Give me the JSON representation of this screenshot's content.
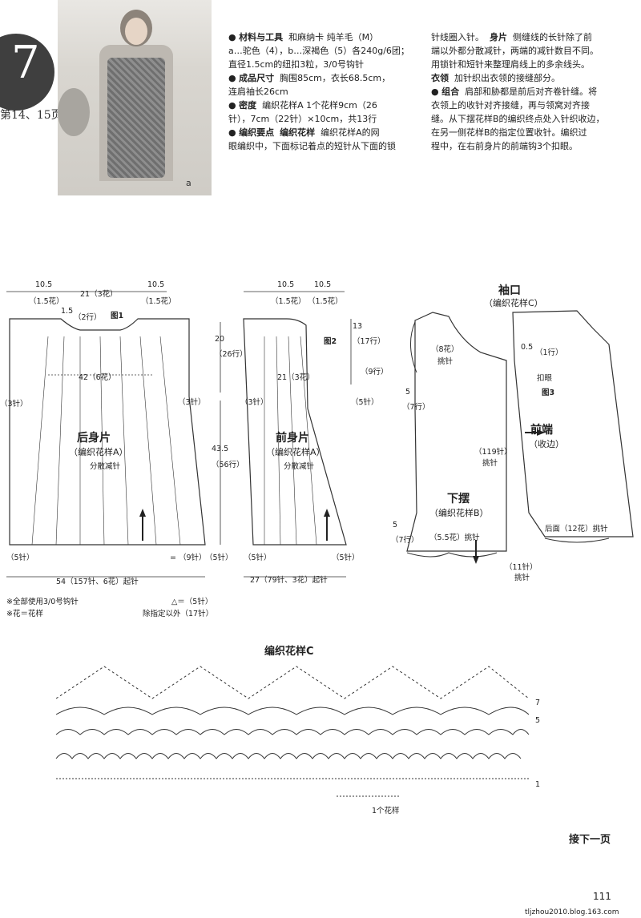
{
  "chapter": {
    "number": "7",
    "handwritten": "第14、15页"
  },
  "photo": {
    "label": "a"
  },
  "materials": {
    "heading": "材料与工具",
    "lines": [
      "和麻纳卡  纯羊毛（M）",
      "a…驼色（4），b…深褐色（5）各240g/6团；",
      "直径1.5cm的纽扣3粒，3/0号钩针"
    ]
  },
  "size": {
    "heading": "成品尺寸",
    "lines": [
      "胸围85cm，衣长68.5cm，",
      "连肩袖长26cm"
    ]
  },
  "gauge": {
    "heading": "密度",
    "lines": [
      "编织花样A  1个花样9cm（26",
      "针），7cm（22针）×10cm，共13行"
    ]
  },
  "points": {
    "heading": "编织要点",
    "subheading": "编织花样",
    "lines": [
      "编织花样A的网",
      "眼编织中，下面标记着点的短针从下面的锁"
    ]
  },
  "col2": {
    "lines": [
      "针线圈入针。",
      "端以外都分散减针，两端的减针数目不同。",
      "用锁针和短针来整理肩线上的多余线头。"
    ],
    "body_heading": "身片",
    "body_text": "侧缝线的长针除了前",
    "collar_heading": "衣领",
    "collar_text": "加针织出衣领的接缝部分。",
    "assembly_heading": "组合",
    "assembly_lines": [
      "肩部和胁都是前后对齐卷针缝。将",
      "衣领上的收针对齐接缝，再与领窝对齐接",
      "缝。从下摆花样B的编织终点处入针织收边，",
      "在另一侧花样B的指定位置收针。编织过",
      "程中，在右前身片的前端钩3个扣眼。"
    ]
  },
  "fig1": {
    "title": "图1",
    "label_main": "后身片",
    "label_pattern": "（编织花样A）",
    "label_dec": "分散减针",
    "top_left": "10.5",
    "top_left_sub": "（1.5花）",
    "top_mid": "21（3花）",
    "top_right": "10.5",
    "top_right_sub": "（1.5花）",
    "neck_depth": "1.5",
    "neck_rows": "（2行）",
    "width_mid": "42（6花）",
    "side_left": "（3针）",
    "side_right": "（3针）",
    "armhole": "20",
    "armhole_rows": "（26行）",
    "length": "43.5",
    "length_rows": "（56行）",
    "bottom_left": "（5针）",
    "bottom_eq": "= （9针）",
    "bottom_right": "（5针）",
    "start": "54（157针、6花）起针"
  },
  "fig2": {
    "title": "图2",
    "label_main": "前身片",
    "label_pattern": "（编织花样A）",
    "label_dec": "分散减针",
    "top_left": "10.5",
    "top_left_sub": "（1.5花）",
    "top_right": "10.5",
    "top_right_sub": "（1.5花）",
    "neck": "13",
    "neck_rows": "（17行）",
    "neck2": "（9行）",
    "width_mid": "21（3花）",
    "side_left": "（3针）",
    "side_right": "（5针）",
    "bottom_left": "（5针）",
    "bottom_right": "（5针）",
    "start": "27（79针、3花）起针"
  },
  "notes": {
    "l1": "※全部使用3/0号钩针",
    "l2": "※花＝花样",
    "tri": "△＝（5针）",
    "tri2": "除指定以外（17针）"
  },
  "fig3": {
    "sleeve": "袖口",
    "sleeve_pattern": "（编织花样C）",
    "title": "图3",
    "flower8": "（8花）",
    "pick": "挑针",
    "len5": "5",
    "rows7": "（7行）",
    "gap": "0.5",
    "row1": "（1行）",
    "buttonhole": "扣眼",
    "front": "前端",
    "front_sub": "（收边）",
    "st119": "（119针）",
    "pick2": "挑针",
    "hem": "下摆",
    "hem_pattern": "（编织花样B）",
    "hem_pick": "（5.5花）挑针",
    "back_pick": "后面（12花）挑针",
    "len5b": "5",
    "rows7b": "（7行）",
    "st11": "（11针）",
    "pick3": "挑针"
  },
  "patternC": {
    "title": "编织花样C",
    "repeat": "1个花样",
    "rows": [
      "7",
      "5",
      "1"
    ]
  },
  "footer": {
    "continue": "接下一页",
    "page": "111",
    "site": "tljzhou2010.blog.163.com"
  }
}
